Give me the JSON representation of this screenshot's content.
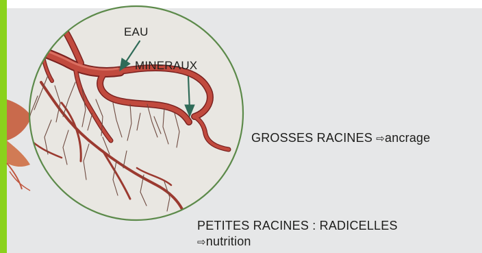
{
  "colors": {
    "frame_accent": "#8ad21c",
    "background": "#e6e7e8",
    "root_fill": "#b8453a",
    "root_outline": "#7a2220",
    "lens_border": "#5c8a4a",
    "pointer_arrow": "#2f6b58",
    "text": "#1d1d1b"
  },
  "labels": {
    "eau": "EAU",
    "mineraux": "MINERAUX",
    "grosses": "GROSSES RACINES",
    "grosses_fn": "ancrage",
    "petites": "PETITES RACINES : RADICELLES",
    "petites_fn": "nutrition",
    "arrow_symbol": "⇨"
  },
  "icons": {
    "magnifier": "magnifier-circle-icon",
    "pointer": "down-arrow-icon"
  }
}
